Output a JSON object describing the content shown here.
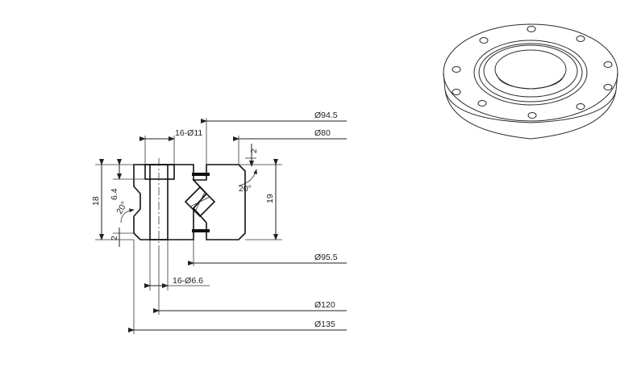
{
  "dimensions": {
    "d94_5": "Ø94.5",
    "d80": "Ø80",
    "holes_11": "16-Ø11",
    "chamfer_2_right": "2",
    "angle_20_right": "20°",
    "height_19": "19",
    "height_18": "18",
    "depth_6_4": "6.4",
    "angle_20_left": "20°",
    "chamfer_2_left": "2",
    "d95_5": "Ø95.5",
    "holes_6_6": "16-Ø6.6",
    "d120": "Ø120",
    "d135": "Ø135"
  }
}
